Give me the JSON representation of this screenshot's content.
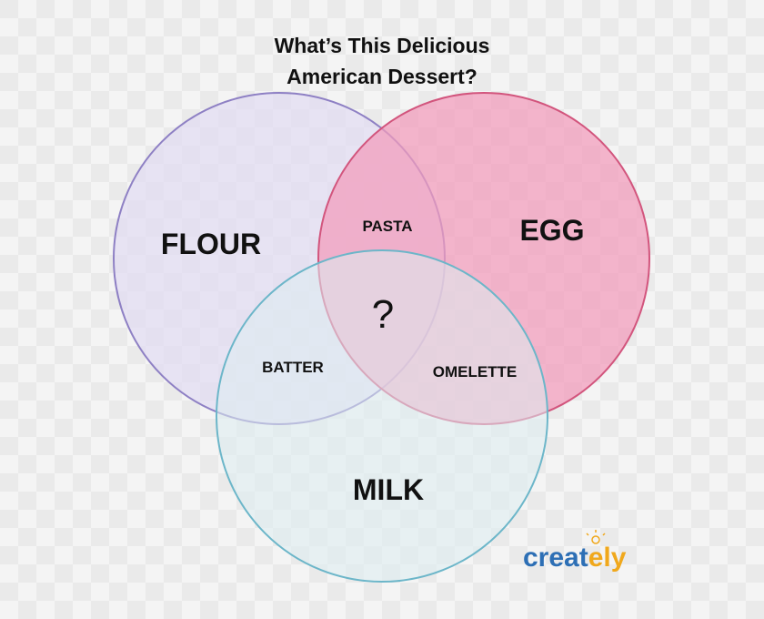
{
  "title": {
    "line1": "What’s This Delicious",
    "line2": "American Dessert?"
  },
  "sets": {
    "flour": {
      "label": "FLOUR",
      "fill": "#e2dcf2",
      "stroke": "#8e80c4"
    },
    "egg": {
      "label": "EGG",
      "fill": "#f39bbb",
      "stroke": "#d2557d"
    },
    "milk": {
      "label": "MILK",
      "fill": "#dcedf1",
      "stroke": "#6cb6c9"
    }
  },
  "intersections": {
    "flour_egg": "PASTA",
    "flour_milk": "BATTER",
    "egg_milk": "OMELETTE",
    "all": "?"
  },
  "brand": {
    "text_main": "creat",
    "text_accent": "ely",
    "main_color": "#2d6fb5",
    "accent_color": "#f0a81c",
    "icon": "lightbulb-icon"
  },
  "background": "#f2f2f2"
}
